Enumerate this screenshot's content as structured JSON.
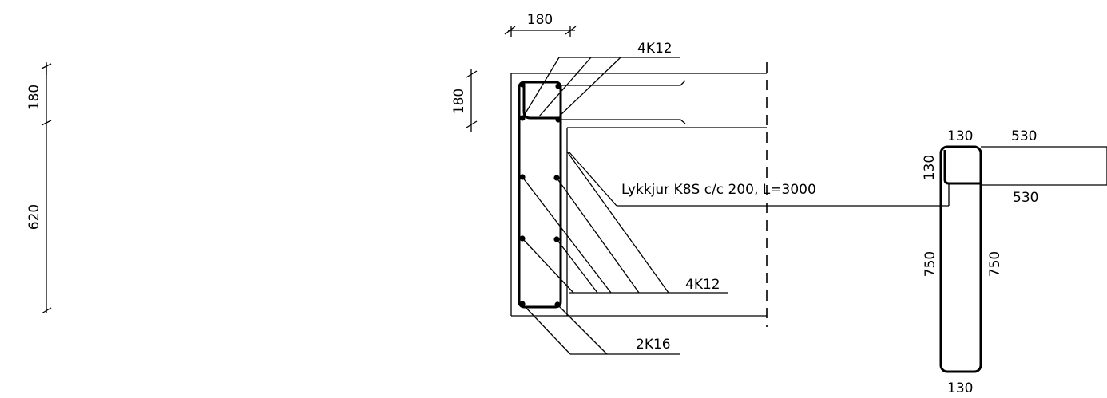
{
  "left_dims": {
    "top": "180",
    "bottom": "620"
  },
  "section": {
    "dim_width": "180",
    "dim_height": "180",
    "label_top": "4K12",
    "label_mid": "4K12",
    "label_bottom": "2K16",
    "stirrup_note": "Lykkjur K8S c/c 200, L=3000"
  },
  "bending": {
    "top_left": "130",
    "top_right": "530",
    "left_short": "130",
    "inner": "530",
    "left_long": "750",
    "right_long": "750",
    "bottom": "130"
  }
}
